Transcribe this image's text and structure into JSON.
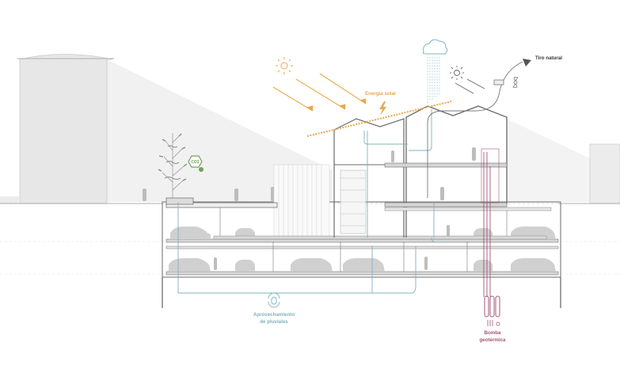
{
  "labels": {
    "solar": "Energía solar",
    "natural_draft": "Tiro natural",
    "co2": "CO2",
    "rainwater_line1": "Aprovechamiento",
    "rainwater_line2": "de pluviales",
    "geothermal_line1": "Bomba",
    "geothermal_line2": "geotérmica"
  },
  "colors": {
    "solar": "#e9a84c",
    "rainwater": "#7fb3be",
    "geothermal": "#a4557a",
    "co2": "#6fa35c",
    "structure": "#666666",
    "background_building": "#e7e7e7",
    "dark_text": "#333333"
  },
  "icons": [
    "sun-icon",
    "rain-cloud-icon",
    "lightning-icon",
    "co2-hexagon-icon",
    "tree-icon",
    "raindrop-recycle-icon",
    "fan-icon",
    "wind-arrow-icon"
  ]
}
